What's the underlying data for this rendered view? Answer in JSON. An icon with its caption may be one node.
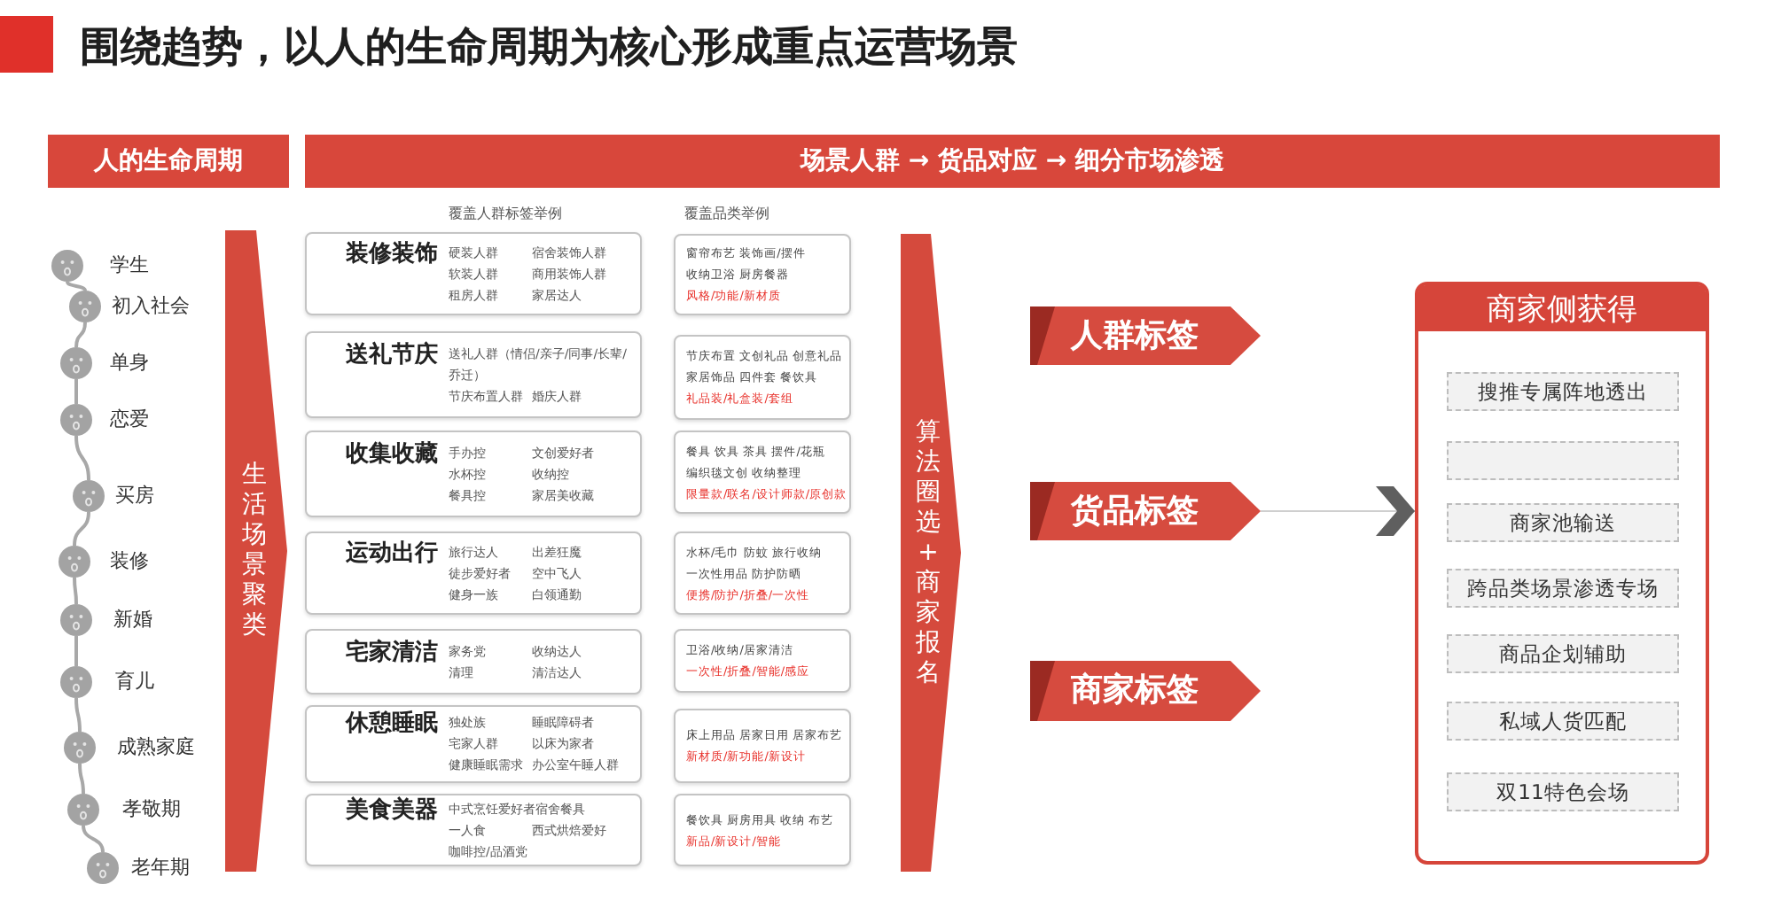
{
  "diagram": {
    "title": "围绕趋势，以人的生命周期为核心形成重点运营场景",
    "nodes": [
      {
        "text": [
          "人的生命周期"
        ]
      },
      {
        "text": [
          "场景人群 → 货品对应 → 细分市场渗透"
        ]
      },
      {
        "text": [],
        "shape": "circle",
        "beside": [
          "学生"
        ]
      },
      {
        "text": [],
        "shape": "circle",
        "beside": [
          "初入社会"
        ]
      },
      {
        "text": [],
        "shape": "circle",
        "beside": [
          "单身"
        ]
      },
      {
        "text": [],
        "shape": "circle",
        "beside": [
          "恋爱"
        ]
      },
      {
        "text": [],
        "shape": "circle",
        "beside": [
          "买房"
        ]
      },
      {
        "text": [],
        "shape": "circle",
        "beside": [
          "装修"
        ]
      },
      {
        "text": [],
        "shape": "circle",
        "beside": [
          "新婚"
        ]
      },
      {
        "text": [],
        "shape": "circle",
        "beside": [
          "育儿"
        ]
      },
      {
        "text": [],
        "shape": "circle",
        "beside": [
          "成熟家庭"
        ]
      },
      {
        "text": [],
        "shape": "circle",
        "beside": [
          "孝敬期"
        ]
      },
      {
        "text": [],
        "shape": "circle",
        "beside": [
          "老年期"
        ]
      },
      {
        "text": [
          "生活场景聚类"
        ]
      },
      {
        "text": [
          "装修装饰",
          "硬装人群",
          "宿舍装饰人群",
          "软装人群",
          "商用装饰人群",
          "租房人群",
          "家居达人"
        ]
      },
      {
        "text": [
          "送礼节庆",
          "送礼人群（情侣/亲子/同事/长辈/乔迁）",
          "节庆布置人群",
          "婚庆人群"
        ]
      },
      {
        "text": [
          "收集收藏",
          "手办控",
          "文创爱好者",
          "水杯控",
          "收纳控",
          "餐具控",
          "家居美收藏"
        ]
      },
      {
        "text": [
          "运动出行",
          "旅行达人",
          "出差狂魔",
          "徒步爱好者",
          "空中飞人",
          "健身一族",
          "白领通勤"
        ]
      },
      {
        "text": [
          "宅家清洁",
          "家务党",
          "收纳达人",
          "清理",
          "清洁达人"
        ]
      },
      {
        "text": [
          "休憩睡眠",
          "独处族",
          "睡眠障碍者",
          "宅家人群",
          "以床为家者",
          "健康睡眠需求",
          "办公室午睡人群"
        ]
      },
      {
        "text": [
          "美食美器",
          "中式烹饪爱好者",
          "宿舍餐具",
          "一人食",
          "西式烘焙爱好",
          "咖啡控/品酒党"
        ]
      },
      {
        "text": [
          "窗帘布艺 装饰画/摆件",
          "收纳卫浴 厨房餐器",
          "风格/功能/新材质"
        ]
      },
      {
        "text": [
          "节庆布置 文创礼品 创意礼品",
          "家居饰品 四件套 餐饮具",
          "礼品装/礼盒装/套组"
        ]
      },
      {
        "text": [
          "餐具 饮具 茶具 摆件/花瓶",
          "编织毯文创 收纳整理",
          "限量款/联名/设计师款/原创款"
        ]
      },
      {
        "text": [
          "水杯/毛巾 防蚊 旅行收纳",
          "一次性用品 防护防晒",
          "便携/防护/折叠/一次性"
        ]
      },
      {
        "text": [
          "卫浴/收纳/居家清洁",
          "一次性/折叠/智能/感应"
        ]
      },
      {
        "text": [
          "床上用品 居家日用 居家布艺",
          "新材质/新功能/新设计"
        ]
      },
      {
        "text": [
          "餐饮具 厨房用具 收纳 布艺",
          "新品/新设计/智能"
        ]
      },
      {
        "text": [
          "算法圈选+商家报名"
        ]
      },
      {
        "text": [
          "人群标签"
        ]
      },
      {
        "text": [
          "货品标签"
        ]
      },
      {
        "text": [
          "商家标签"
        ]
      },
      {
        "text": [
          "商家侧获得"
        ]
      },
      {
        "text": [
          "搜推专属阵地透出"
        ],
        "in": 32
      },
      {
        "text": [],
        "shape": "box",
        "in": 32
      },
      {
        "text": [
          "商家池输送"
        ],
        "in": 32
      },
      {
        "text": [
          "跨品类场景渗透专场"
        ],
        "in": 32
      },
      {
        "text": [
          "商品企划辅助"
        ],
        "in": 32
      },
      {
        "text": [
          "私域人货匹配"
        ],
        "in": 32
      },
      {
        "text": [
          "双11特色会场"
        ],
        "in": 32
      }
    ],
    "edges": [
      {
        "from": 2,
        "to": 3,
        "arrow": "none"
      },
      {
        "from": 3,
        "to": 4,
        "arrow": "none"
      },
      {
        "from": 4,
        "to": 5,
        "arrow": "none"
      },
      {
        "from": 5,
        "to": 6,
        "arrow": "none"
      },
      {
        "from": 6,
        "to": 7,
        "arrow": "none"
      },
      {
        "from": 7,
        "to": 8,
        "arrow": "none"
      },
      {
        "from": 8,
        "to": 9,
        "arrow": "none"
      },
      {
        "from": 9,
        "to": 10,
        "arrow": "none"
      },
      {
        "from": 10,
        "to": 11,
        "arrow": "none"
      },
      {
        "from": 11,
        "to": 12,
        "arrow": "none"
      },
      {
        "from": 30,
        "to": 32,
        "arrow": "to",
        "color": "#5f5f5f"
      }
    ],
    "labels": [
      "覆盖人群标签举例",
      "覆盖品类举例"
    ]
  }
}
